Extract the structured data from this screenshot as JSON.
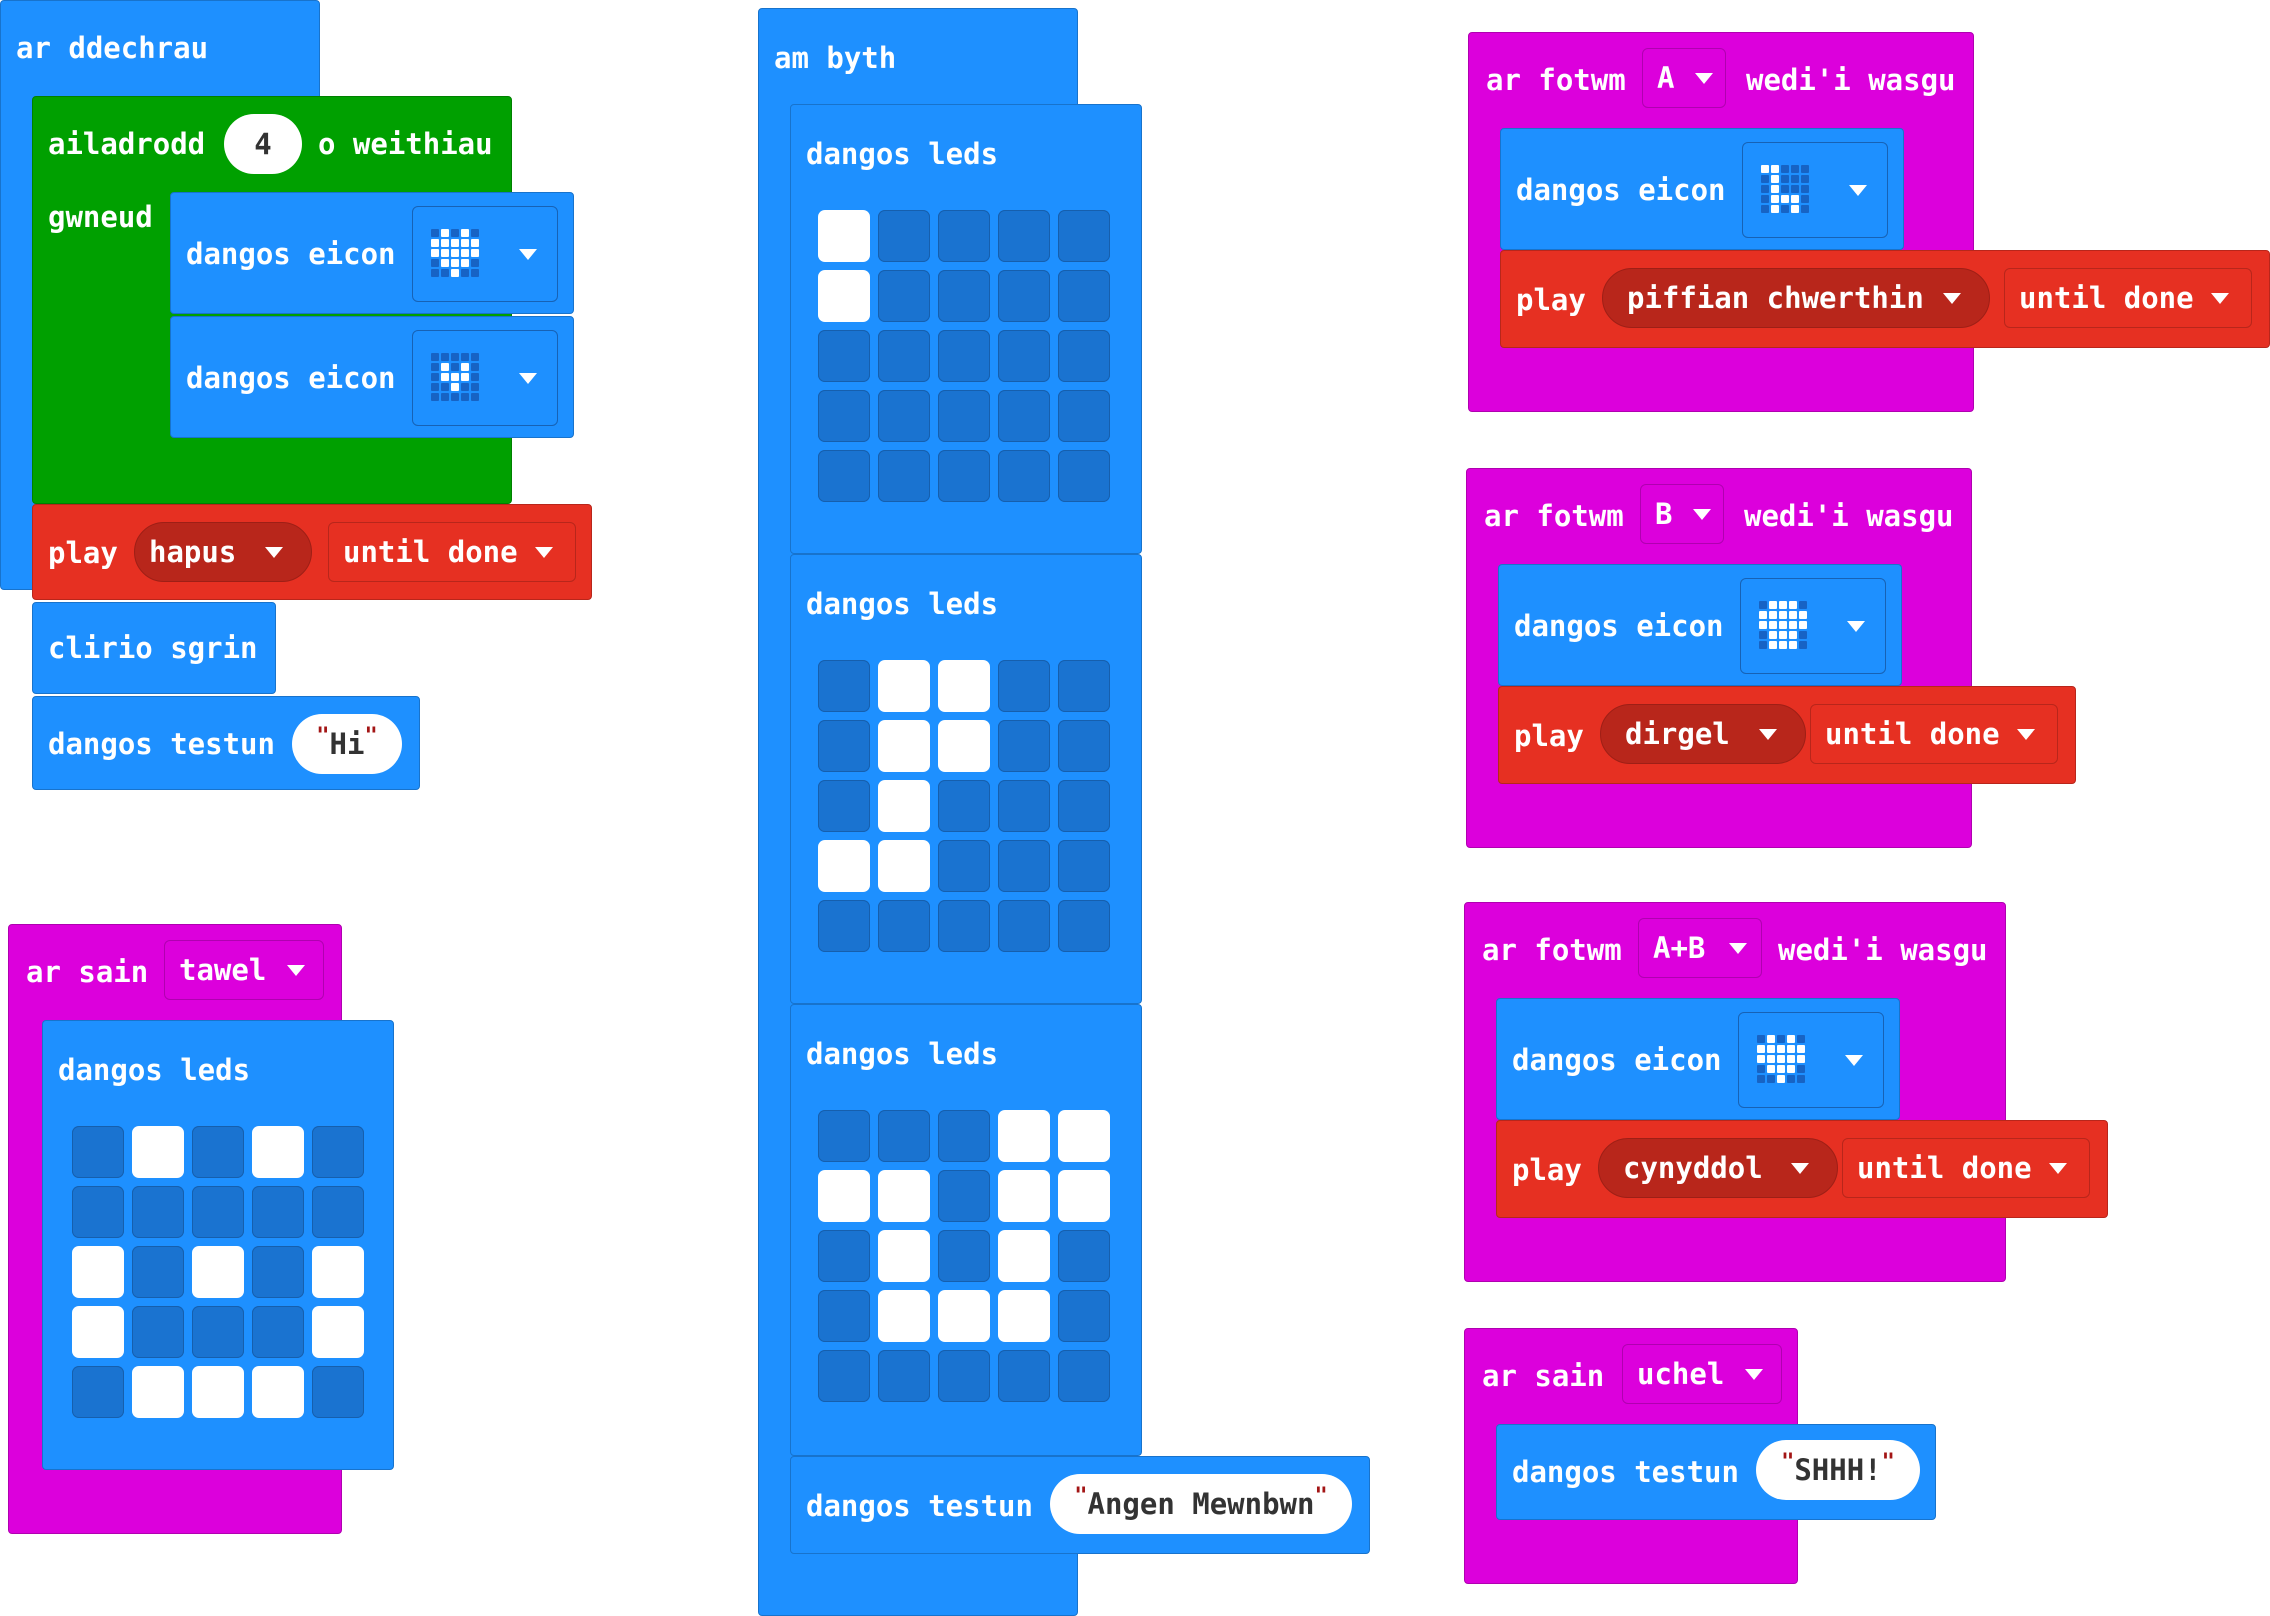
{
  "colors": {
    "basic": "#1e90ff",
    "loops": "#00a000",
    "music": "#e63022",
    "input": "#dc00dc",
    "led_on": "#ffffff",
    "led_off": "#1a73d0"
  },
  "on_start": {
    "hat": "ar ddechrau",
    "repeat": {
      "label": "ailadrodd",
      "count": "4",
      "suffix": "o weithiau",
      "do": "gwneud"
    },
    "show_icon_1": {
      "label": "dangos eicon",
      "icon": "heart-icon",
      "pattern": [
        0,
        1,
        0,
        1,
        0,
        1,
        1,
        1,
        1,
        1,
        1,
        1,
        1,
        1,
        1,
        0,
        1,
        1,
        1,
        0,
        0,
        0,
        1,
        0,
        0
      ]
    },
    "show_icon_2": {
      "label": "dangos eicon",
      "icon": "small-heart-icon",
      "pattern": [
        0,
        0,
        0,
        0,
        0,
        0,
        1,
        0,
        1,
        0,
        0,
        1,
        1,
        1,
        0,
        0,
        0,
        1,
        0,
        0,
        0,
        0,
        0,
        0,
        0
      ]
    },
    "play": {
      "label": "play",
      "melody": "hapus",
      "mode": "until done"
    },
    "clear": {
      "label": "clirio sgrin"
    },
    "show_string": {
      "label": "dangos testun",
      "value": "Hi"
    }
  },
  "on_sound_quiet": {
    "hat": "ar sain",
    "value": "tawel",
    "show_leds": {
      "label": "dangos leds",
      "pattern": [
        0,
        1,
        0,
        1,
        0,
        0,
        0,
        0,
        0,
        0,
        1,
        0,
        1,
        0,
        1,
        1,
        0,
        0,
        0,
        1,
        0,
        1,
        1,
        1,
        0
      ]
    }
  },
  "forever": {
    "hat": "am byth",
    "leds": [
      {
        "label": "dangos leds",
        "pattern": [
          1,
          0,
          0,
          0,
          0,
          1,
          0,
          0,
          0,
          0,
          0,
          0,
          0,
          0,
          0,
          0,
          0,
          0,
          0,
          0,
          0,
          0,
          0,
          0,
          0
        ]
      },
      {
        "label": "dangos leds",
        "pattern": [
          0,
          1,
          1,
          0,
          0,
          0,
          1,
          1,
          0,
          0,
          0,
          1,
          0,
          0,
          0,
          1,
          1,
          0,
          0,
          0,
          0,
          0,
          0,
          0,
          0
        ]
      },
      {
        "label": "dangos leds",
        "pattern": [
          0,
          0,
          0,
          1,
          1,
          1,
          1,
          0,
          1,
          1,
          0,
          1,
          0,
          1,
          0,
          0,
          1,
          1,
          1,
          0,
          0,
          0,
          0,
          0,
          0
        ]
      }
    ],
    "show_string": {
      "label": "dangos testun",
      "value": "Angen Mewnbwn"
    }
  },
  "button_a": {
    "hat_pre": "ar fotwm",
    "button": "A",
    "hat_post": "wedi'i wasgu",
    "show_icon": {
      "label": "dangos eicon",
      "icon": "giraffe-icon",
      "pattern": [
        1,
        1,
        0,
        0,
        0,
        0,
        1,
        0,
        0,
        0,
        0,
        1,
        0,
        0,
        0,
        0,
        1,
        1,
        1,
        0,
        0,
        1,
        0,
        1,
        0
      ]
    },
    "play": {
      "label": "play",
      "melody": "piffian chwerthin",
      "mode": "until done"
    }
  },
  "button_b": {
    "hat_pre": "ar fotwm",
    "button": "B",
    "hat_post": "wedi'i wasgu",
    "show_icon": {
      "label": "dangos eicon",
      "icon": "ghost-icon",
      "pattern": [
        0,
        1,
        1,
        1,
        0,
        1,
        1,
        1,
        1,
        1,
        1,
        1,
        1,
        1,
        1,
        0,
        1,
        1,
        1,
        0,
        0,
        1,
        1,
        1,
        0
      ]
    },
    "play": {
      "label": "play",
      "melody": "dirgel",
      "mode": "until done"
    }
  },
  "button_ab": {
    "hat_pre": "ar fotwm",
    "button": "A+B",
    "hat_post": "wedi'i wasgu",
    "show_icon": {
      "label": "dangos eicon",
      "icon": "heart-icon",
      "pattern": [
        0,
        1,
        0,
        1,
        0,
        1,
        1,
        1,
        1,
        1,
        1,
        1,
        1,
        1,
        1,
        0,
        1,
        1,
        1,
        0,
        0,
        0,
        1,
        0,
        0
      ]
    },
    "play": {
      "label": "play",
      "melody": "cynyddol",
      "mode": "until done"
    }
  },
  "on_sound_loud": {
    "hat": "ar sain",
    "value": "uchel",
    "show_string": {
      "label": "dangos testun",
      "value": "SHHH!"
    }
  }
}
